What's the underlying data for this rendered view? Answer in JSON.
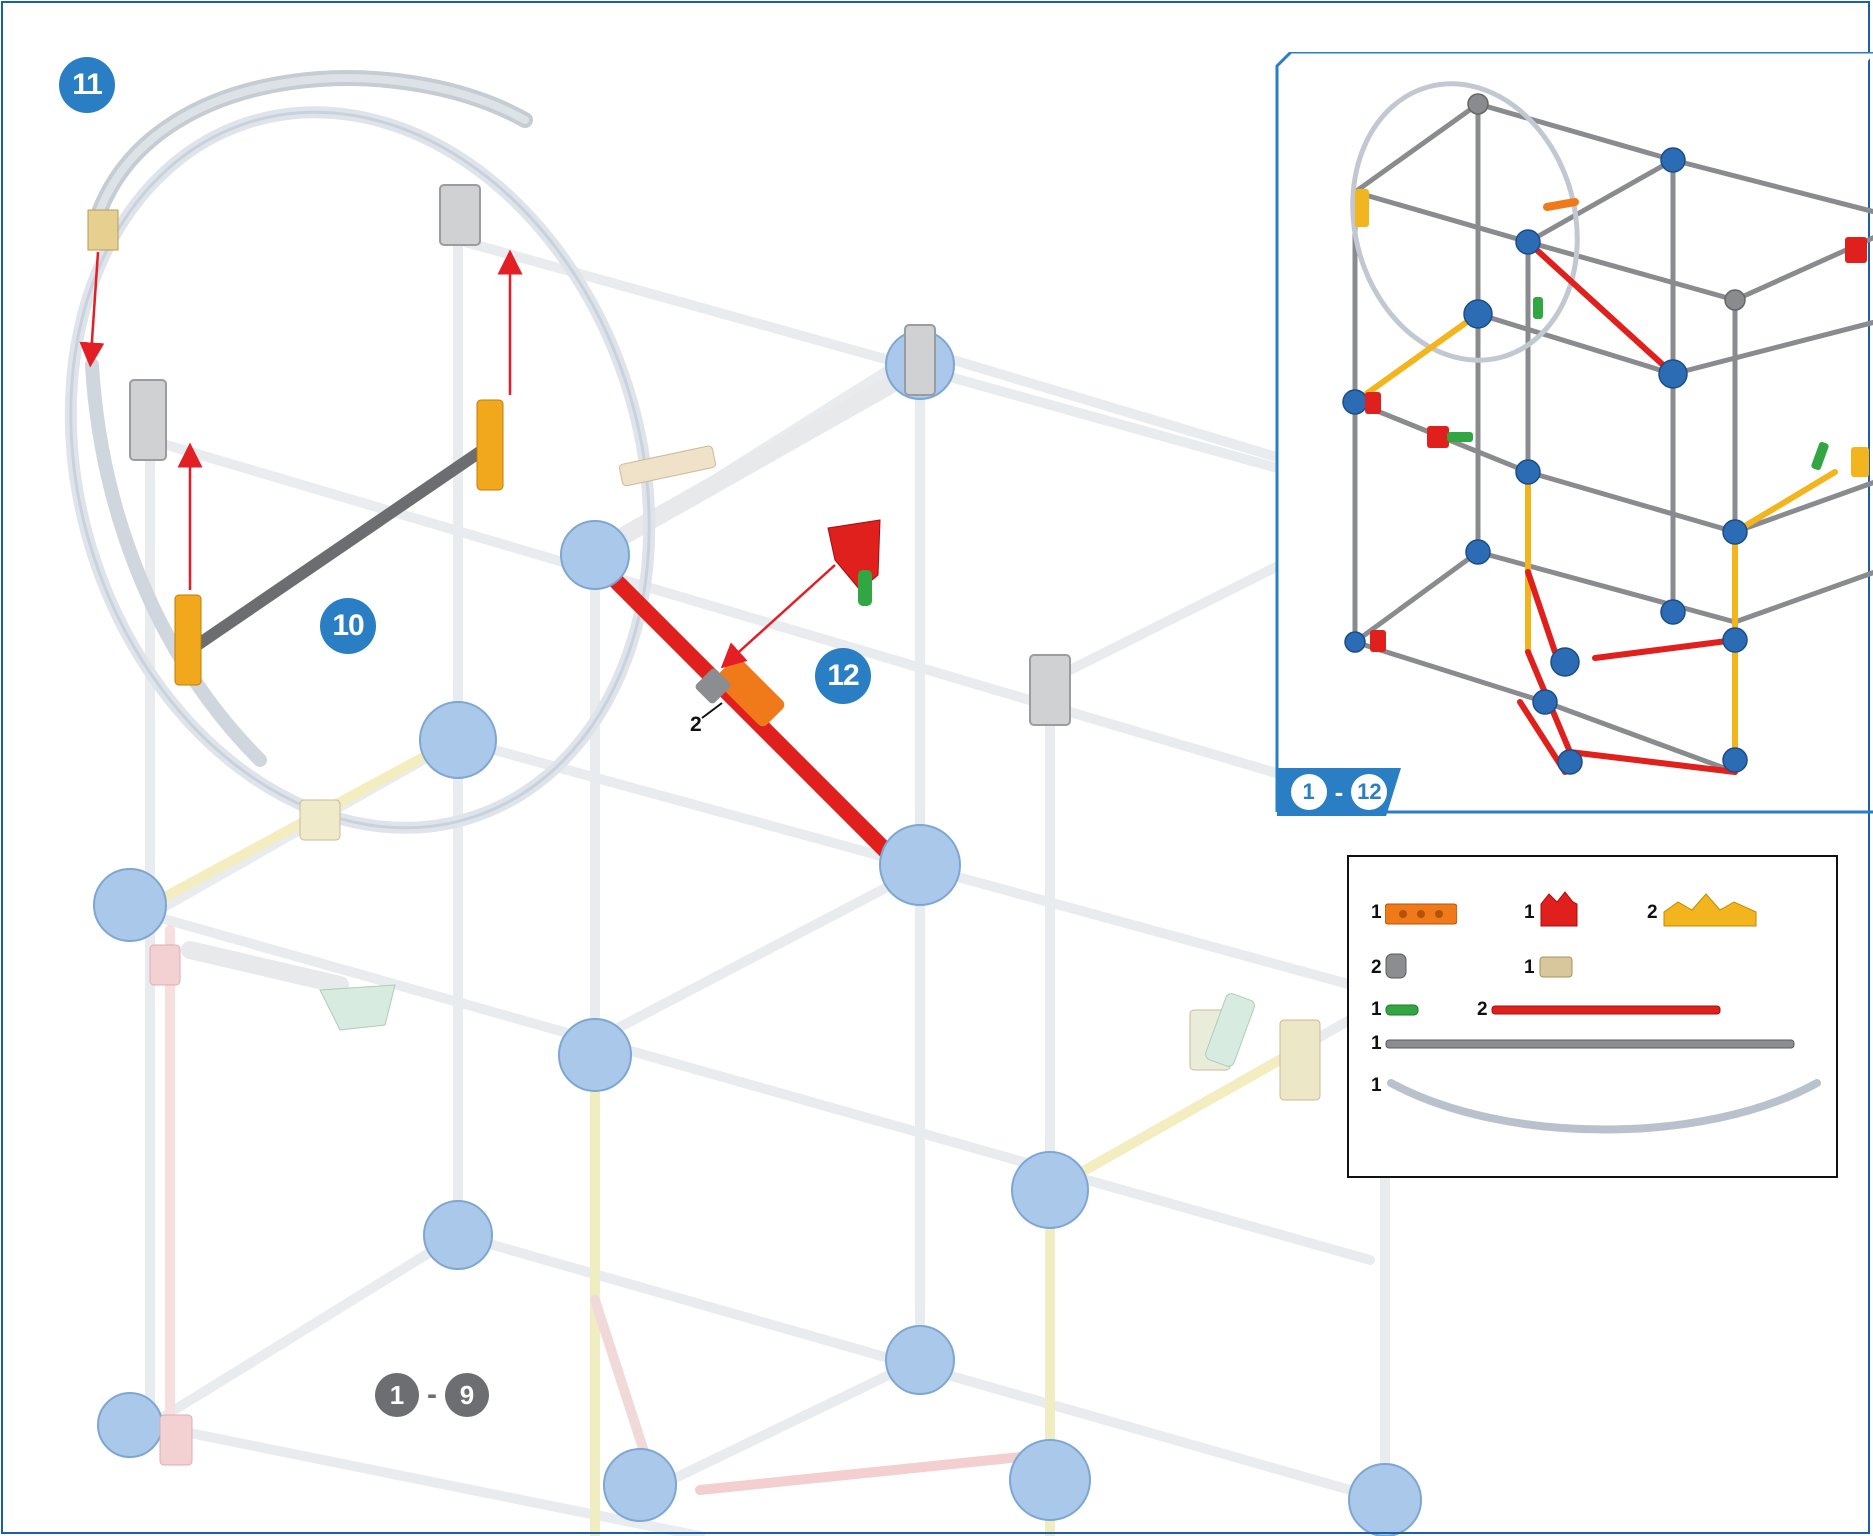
{
  "steps": {
    "step_11": "11",
    "step_10": "10",
    "step_12": "12"
  },
  "range_main": {
    "from": "1",
    "dash": "-",
    "to": "9"
  },
  "quantity_callout": "2",
  "inset": {
    "range_from": "1",
    "range_dash": "-",
    "range_to": "12"
  },
  "parts": [
    {
      "qty": "1",
      "part": "orange-connector-icon"
    },
    {
      "qty": "1",
      "part": "red-connector-icon"
    },
    {
      "qty": "2",
      "part": "yellow-connector-icon"
    },
    {
      "qty": "2",
      "part": "gray-spacer-icon"
    },
    {
      "qty": "1",
      "part": "tan-clip-icon"
    },
    {
      "qty": "1",
      "part": "green-rod-icon"
    },
    {
      "qty": "2",
      "part": "red-rod-icon"
    },
    {
      "qty": "1",
      "part": "gray-rod-icon"
    },
    {
      "qty": "1",
      "part": "curved-tube-icon"
    }
  ],
  "colors": {
    "badge_blue": "#2a7ec3",
    "frame_blue": "#1d5fa5",
    "connector_blue": "#9fc4e8",
    "rod_red": "#e0201c",
    "rod_yellow": "#f2b51d",
    "rod_gray": "#8c8c8c",
    "arrow_red": "#e31e24"
  }
}
